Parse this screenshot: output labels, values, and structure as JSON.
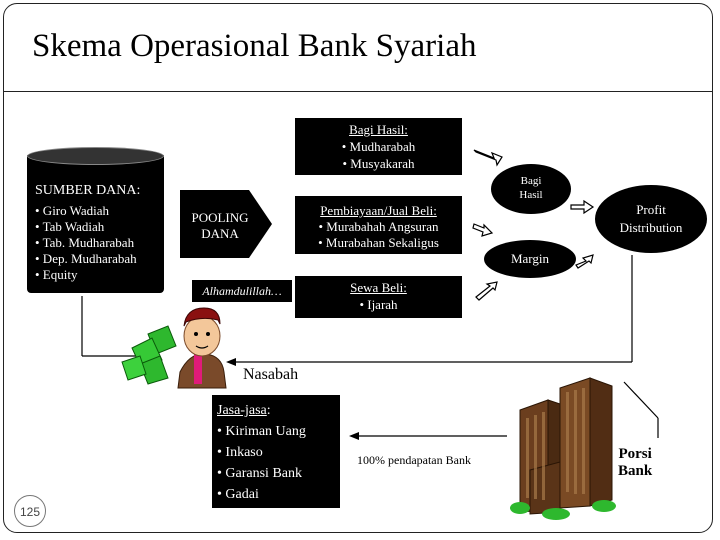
{
  "slide": {
    "title": "Skema Operasional Bank Syariah",
    "page_number": "125"
  },
  "sumber_dana": {
    "title": "SUMBER DANA:",
    "items": [
      "• Giro Wadiah",
      "• Tab Wadiah",
      "• Tab. Mudharabah",
      "• Dep. Mudharabah",
      "• Equity"
    ]
  },
  "pooling": {
    "line1": "POOLING",
    "line2": "DANA"
  },
  "alhamdulillah": "Alhamdulillah…",
  "bagi_hasil_box": {
    "title": "Bagi Hasil:",
    "items": [
      "• Mudharabah",
      "• Musyakarah"
    ]
  },
  "pembiayaan_box": {
    "title": "Pembiayaan/Jual Beli:",
    "items": [
      "• Murabahah Angsuran",
      "• Murabahan Sekaligus"
    ]
  },
  "sewa_box": {
    "title": "Sewa Beli:",
    "items": [
      "• Ijarah"
    ]
  },
  "ovals": {
    "bagi_hasil_line1": "Bagi",
    "bagi_hasil_line2": "Hasil",
    "margin": "Margin",
    "profit_line1": "Profit",
    "profit_line2": "Distribution"
  },
  "nasabah": "Nasabah",
  "jasa_box": {
    "title": "Jasa-jasa",
    "colon": ":",
    "items": [
      "• Kiriman Uang",
      "• Inkaso",
      "• Garansi Bank",
      "• Gadai"
    ]
  },
  "pendapatan": "100% pendapatan Bank",
  "porsi": {
    "line1": "Porsi",
    "line2": "Bank"
  },
  "colors": {
    "box": "#000000",
    "building": "#6b3e1e",
    "bills": "#2eb82e",
    "skin": "#f3c79a"
  }
}
